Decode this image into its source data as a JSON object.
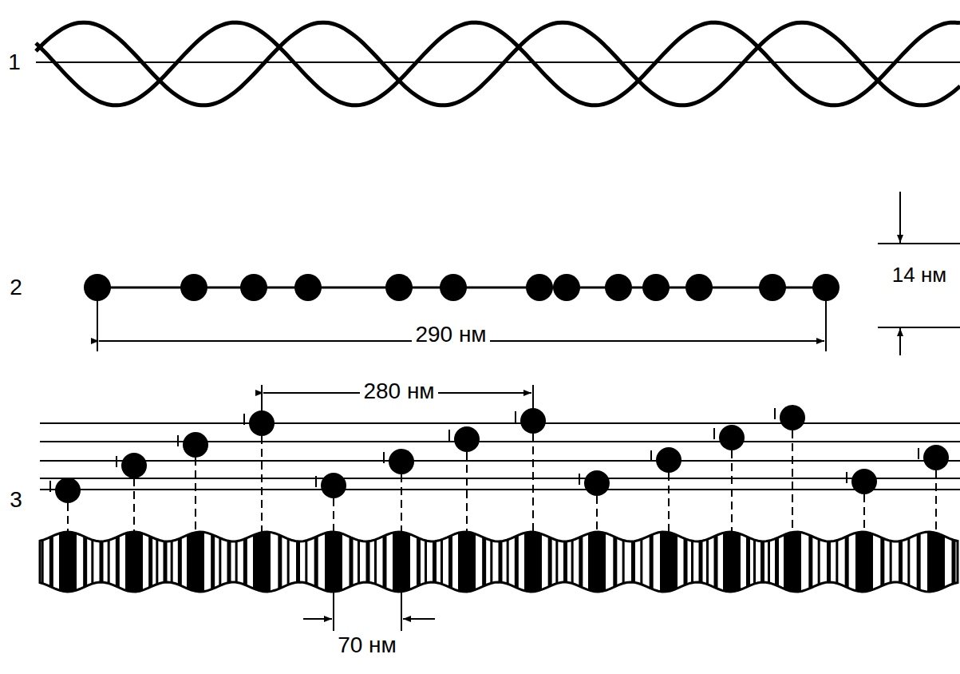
{
  "diagram": {
    "labels": [
      "1",
      "2",
      "3",
      "290 нм",
      "14 нм",
      "280 нм",
      "70 нм"
    ]
  }
}
